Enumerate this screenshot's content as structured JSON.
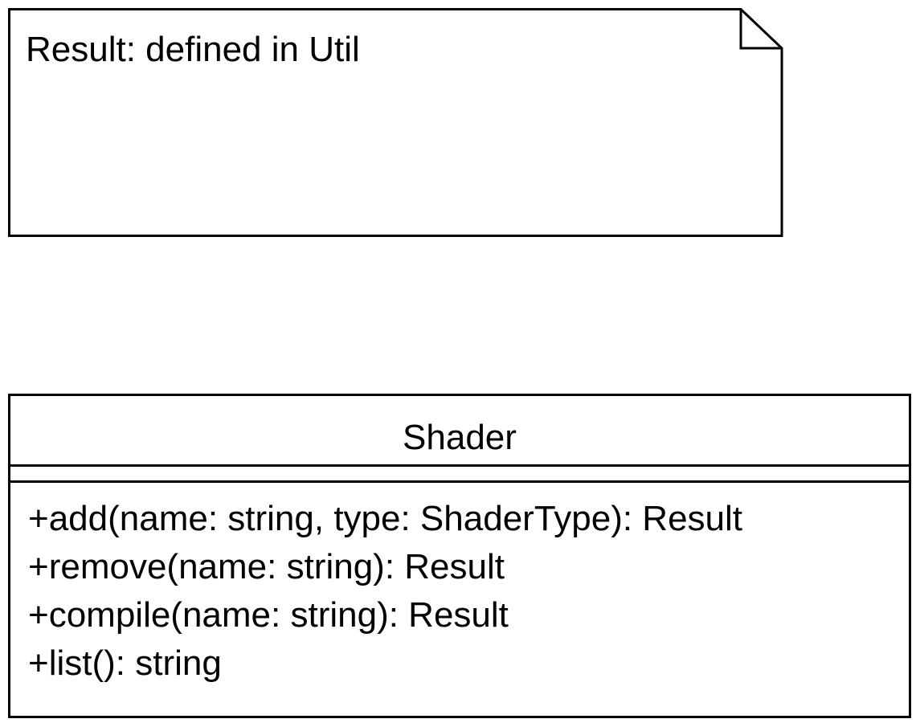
{
  "note": {
    "text": "Result: defined in Util"
  },
  "class": {
    "name": "Shader",
    "attributes": [],
    "methods": [
      "+add(name: string, type: ShaderType): Result",
      "+remove(name: string): Result",
      "+compile(name: string): Result",
      "+list(): string"
    ]
  },
  "colors": {
    "stroke": "#000000",
    "background": "#ffffff"
  }
}
